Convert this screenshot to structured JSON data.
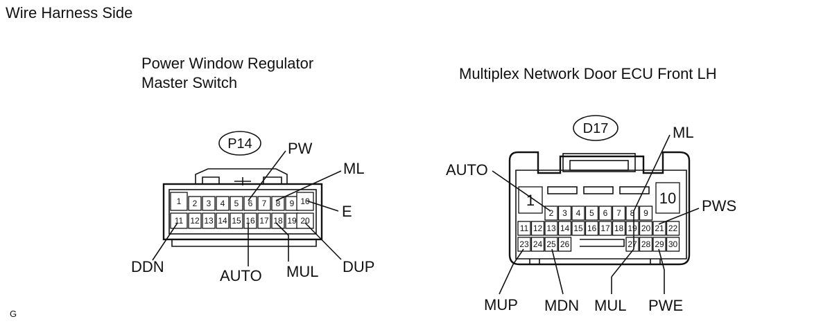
{
  "view_label": "Wire Harness Side",
  "corner_mark": "G",
  "left_connector": {
    "title_line1": "Power Window Regulator",
    "title_line2": "Master Switch",
    "connector_id": "P14",
    "pins_row1": [
      "1",
      "2",
      "3",
      "4",
      "5",
      "6",
      "7",
      "8",
      "9",
      "10"
    ],
    "pins_row2": [
      "11",
      "12",
      "13",
      "14",
      "15",
      "16",
      "17",
      "18",
      "19",
      "20"
    ],
    "labels": {
      "pw": "PW",
      "ml": "ML",
      "e": "E",
      "ddn": "DDN",
      "auto": "AUTO",
      "mul": "MUL",
      "dup": "DUP"
    }
  },
  "right_connector": {
    "title": "Multiplex Network Door ECU Front LH",
    "connector_id": "D17",
    "pins_row1": [
      "1",
      "2",
      "3",
      "4",
      "5",
      "6",
      "7",
      "8",
      "9",
      "10"
    ],
    "pins_row2": [
      "11",
      "12",
      "13",
      "14",
      "15",
      "16",
      "17",
      "18",
      "19",
      "20",
      "21",
      "22"
    ],
    "pins_row3": [
      "23",
      "24",
      "25",
      "26",
      "27",
      "28",
      "29",
      "30"
    ],
    "labels": {
      "auto": "AUTO",
      "ml": "ML",
      "pws": "PWS",
      "mup": "MUP",
      "mdn": "MDN",
      "mul": "MUL",
      "pwe": "PWE"
    }
  }
}
